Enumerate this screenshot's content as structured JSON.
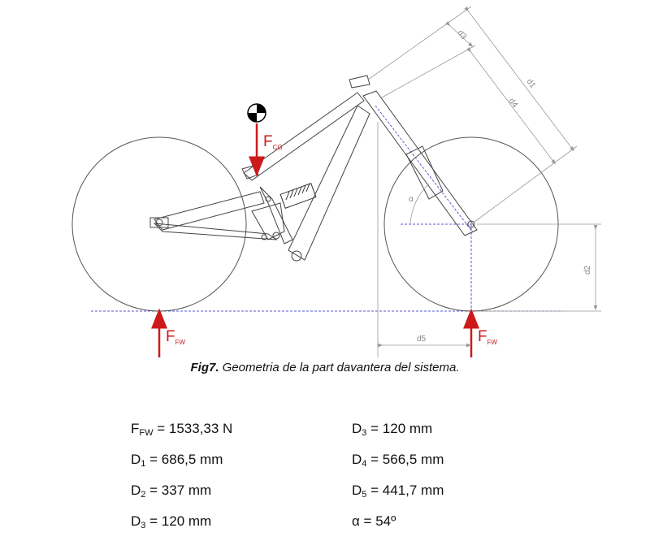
{
  "caption": {
    "fig_label": "Fig7.",
    "text": "Geometria de la part davantera del sistema."
  },
  "diagram_labels": {
    "d1": "d1",
    "d2": "d2",
    "d3": "d3",
    "d4": "d4",
    "d5": "d5",
    "alpha": "α"
  },
  "forces": {
    "front": {
      "main": "F",
      "sub": "FW"
    },
    "rear": {
      "main": "F",
      "sub": "FW"
    },
    "cg": {
      "main": "F",
      "sub": "CG"
    }
  },
  "results": {
    "left": [
      {
        "sym": "F",
        "sub": "FW",
        "value": " = 1533,33 N"
      },
      {
        "sym": "D",
        "sub": "1",
        "value": " = 686,5 mm"
      },
      {
        "sym": "D",
        "sub": "2",
        "value": " = 337 mm"
      },
      {
        "sym": "D",
        "sub": "3",
        "value": " = 120 mm"
      }
    ],
    "right": [
      {
        "sym": "D",
        "sub": "3",
        "value": " = 120 mm"
      },
      {
        "sym": "D",
        "sub": "4",
        "value": " = 566,5 mm"
      },
      {
        "sym": "D",
        "sub": "5",
        "value": " = 441,7 mm"
      },
      {
        "sym": "α",
        "sub": "",
        "value": " = 54º"
      }
    ]
  },
  "colors": {
    "force": "#cc1a1a",
    "ground_line": "#5a5ad0",
    "frame": "#444444",
    "dimension": "#999999"
  }
}
